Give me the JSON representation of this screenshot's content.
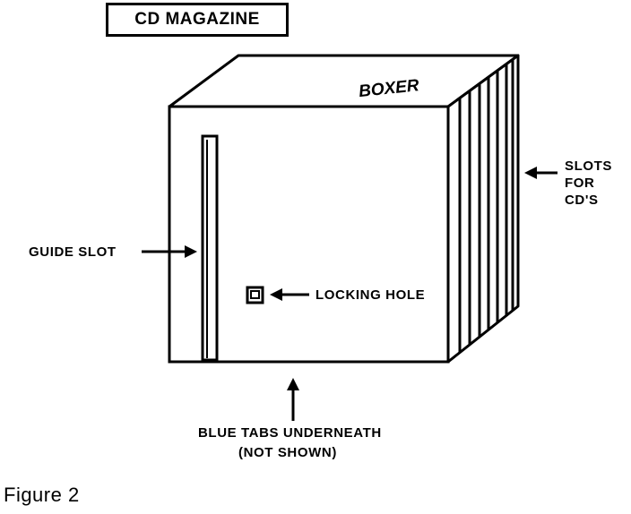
{
  "title": "CD MAGAZINE",
  "labels": {
    "slots_line1": "SLOTS",
    "slots_line2": "FOR",
    "slots_line3": "CD'S",
    "guide_slot": "GUIDE SLOT",
    "locking_hole": "LOCKING HOLE",
    "blue_tabs_line1": "BLUE TABS UNDERNEATH",
    "blue_tabs_line2": "(NOT SHOWN)"
  },
  "logo_text": "BOXER",
  "caption": "Figure  2"
}
